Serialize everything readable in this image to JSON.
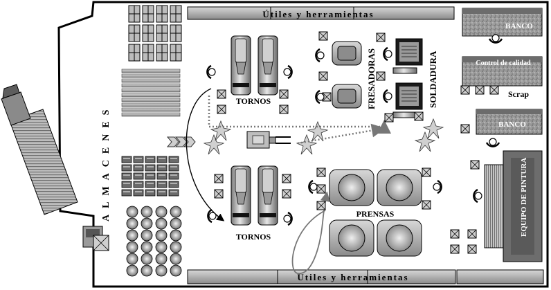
{
  "labels": {
    "tools_top": "Útiles y herramientas",
    "tools_bottom": "Útiles y herramientas",
    "almacenes": "ALMACENES",
    "tornos_top": "TORNOS",
    "tornos_bottom": "TORNOS",
    "fresadoras": "FRESADORAS",
    "soldadura": "SOLDADURA",
    "prensas": "PRENSAS",
    "banco_top": "BANCO",
    "control_calidad": "Control de calidad",
    "scrap": "Scrap",
    "banco_mid": "BANCO",
    "equipo_pintura": "EQUIPO DE PINTURA"
  },
  "icons": [
    "truck-icon",
    "forklift-icon",
    "pallet-truck-icon",
    "worker-icon",
    "lathe-icon",
    "milling-machine-icon",
    "welding-machine-icon",
    "press-icon",
    "crate-icon"
  ],
  "colors": {
    "floor_outline": "#000000",
    "machine_gray": "#a6a6a6",
    "dark_gray": "#555555",
    "flow_dotted": "#777777",
    "flow_arrow": "#000000"
  }
}
